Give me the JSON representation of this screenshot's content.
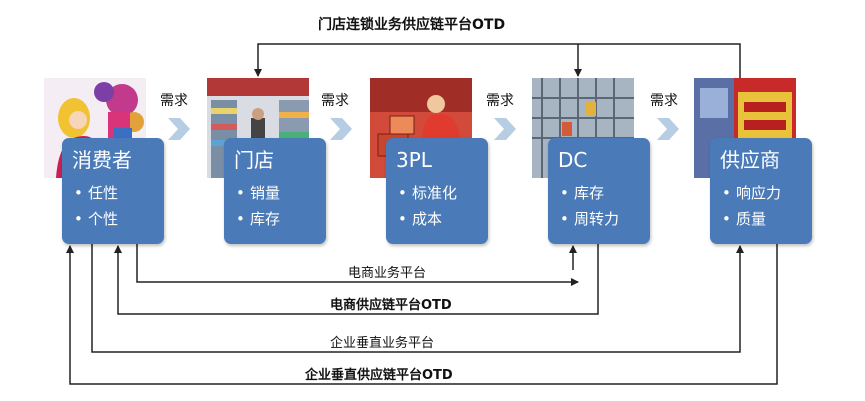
{
  "top_flow_label": "门店连锁业务供应链平台OTD",
  "demand_label": "需求",
  "nodes": [
    {
      "title": "消费者",
      "items": [
        "任性",
        "个性"
      ]
    },
    {
      "title": "门店",
      "items": [
        "销量",
        "库存"
      ]
    },
    {
      "title": "3PL",
      "items": [
        "标准化",
        "成本"
      ]
    },
    {
      "title": "DC",
      "items": [
        "库存",
        "周转力"
      ]
    },
    {
      "title": "供应商",
      "items": [
        "响应力",
        "质量"
      ]
    }
  ],
  "bottom_flows": [
    {
      "label": "电商业务平台"
    },
    {
      "label": "电商供应链平台OTD"
    },
    {
      "label": "企业垂直业务平台"
    },
    {
      "label": "企业垂直供应链平台OTD"
    }
  ],
  "colors": {
    "card": "#4a7ab8",
    "chevron": "#b7cde3",
    "line": "#222222"
  },
  "icons": [
    "chevron-right-icon"
  ]
}
